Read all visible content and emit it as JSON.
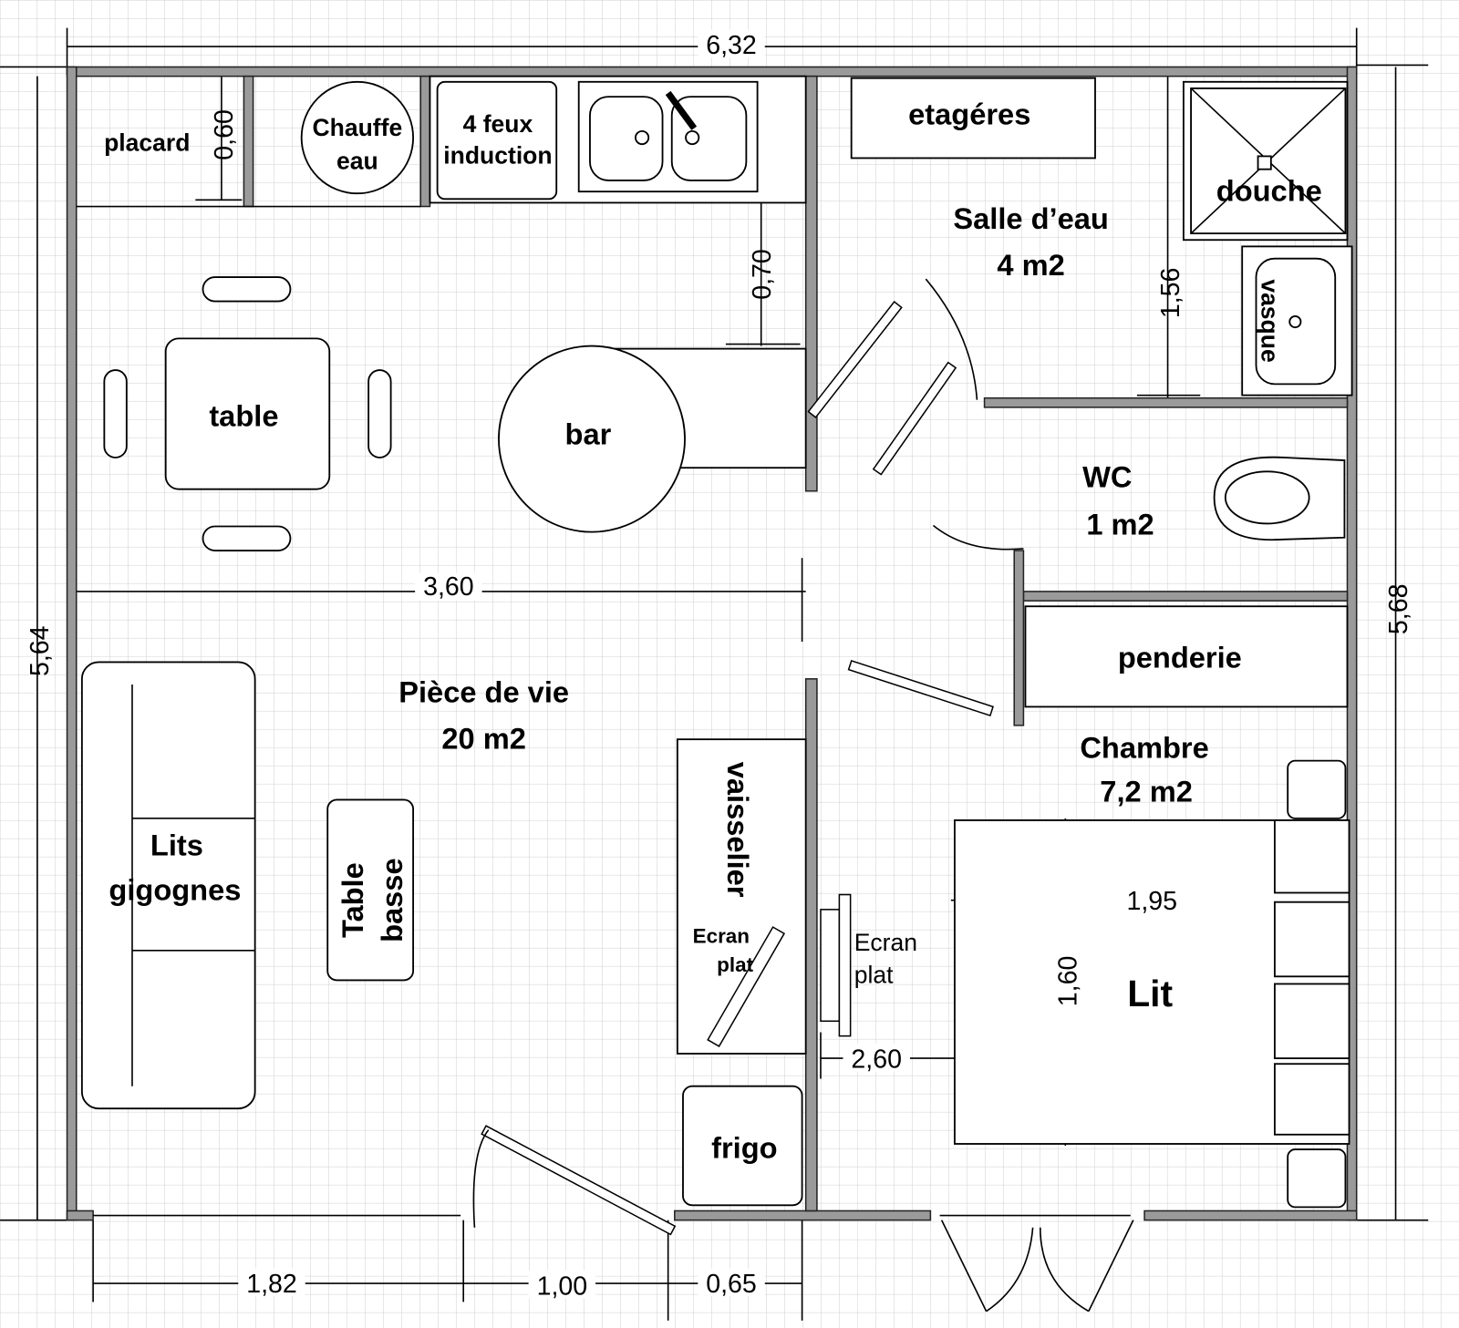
{
  "dimensions": {
    "total_width": "6,32",
    "total_height_left": "5,64",
    "total_height_right": "5,68",
    "placard_depth": "0,60",
    "kitchen_clearance": "0,70",
    "living_width": "3,60",
    "bathroom_depth": "1,56",
    "bed_length": "1,95",
    "bed_width": "1,60",
    "bedroom_width": "2,60",
    "bottom_left": "1,82",
    "bottom_door": "1,00",
    "bottom_right": "0,65"
  },
  "rooms": {
    "living": {
      "name": "Pièce de vie",
      "area": "20 m2"
    },
    "bathroom": {
      "name": "Salle d’eau",
      "area": "4 m2"
    },
    "wc": {
      "name": "WC",
      "area": "1 m2"
    },
    "bedroom": {
      "name": "Chambre",
      "area": "7,2 m2"
    }
  },
  "furniture": {
    "placard": "placard",
    "water_heater": [
      "Chauffe",
      "eau"
    ],
    "cooktop": [
      "4 feux",
      "induction"
    ],
    "table": "table",
    "bar": "bar",
    "sofa_bed": [
      "Lits",
      "gigognes"
    ],
    "coffee_table": [
      "Table",
      "basse"
    ],
    "dresser": "vaisselier",
    "tv_living": [
      "Ecran",
      "plat"
    ],
    "tv_bedroom": [
      "Ecran",
      "plat"
    ],
    "fridge": "frigo",
    "shelves": "etagéres",
    "shower": "douche",
    "basin": "vasque",
    "wardrobe": "penderie",
    "bed": "Lit"
  }
}
